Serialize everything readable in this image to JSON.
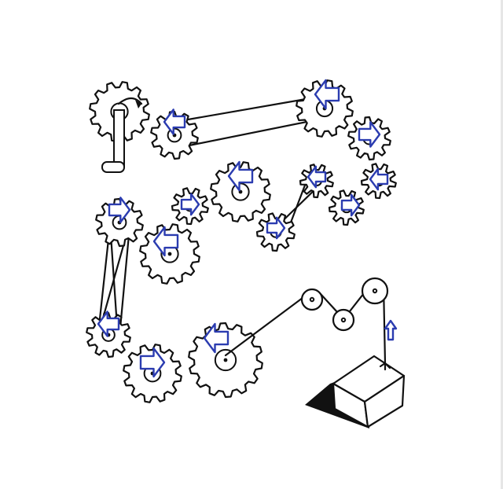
{
  "diagram": {
    "crank_icon": "crank-handle",
    "box_icon": "cardboard-box",
    "colors": {
      "ink": "#111111",
      "arrow": "#2b3cb0",
      "background": "#ffffff",
      "box_shadow": "#111111"
    },
    "gears": [
      {
        "id": "gear-crank",
        "rotation": "clockwise",
        "arrow": "none"
      },
      {
        "id": "gear-top-left",
        "arrow": "left"
      },
      {
        "id": "gear-top-right",
        "arrow": "left"
      },
      {
        "id": "gear-right-upper",
        "arrow": "right"
      },
      {
        "id": "gear-right-lower",
        "arrow": "left"
      },
      {
        "id": "gear-small-top",
        "arrow": "left"
      },
      {
        "id": "gear-small-mid-right",
        "arrow": "right"
      },
      {
        "id": "gear-belt-small",
        "arrow": "right"
      },
      {
        "id": "gear-big-mid",
        "arrow": "left"
      },
      {
        "id": "gear-small-mid-left",
        "arrow": "right"
      },
      {
        "id": "gear-left-top",
        "arrow": "right"
      },
      {
        "id": "gear-left-big",
        "arrow": "left"
      },
      {
        "id": "gear-left-bottom",
        "arrow": "left"
      },
      {
        "id": "gear-bottom-mid",
        "arrow": "right"
      },
      {
        "id": "gear-bottom-big",
        "arrow": "left"
      }
    ],
    "pulleys": 3,
    "rope_arrow": "up"
  }
}
